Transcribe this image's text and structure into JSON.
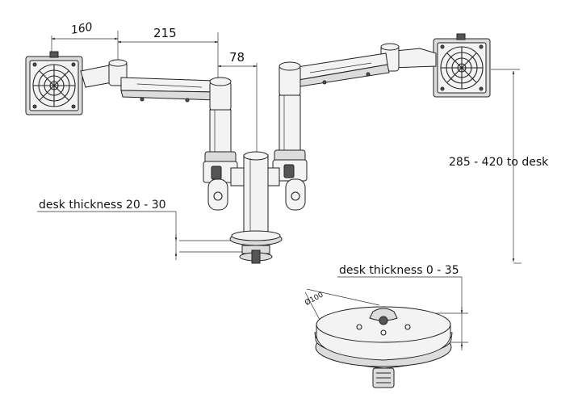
{
  "dimensions": {
    "pad_width": "160",
    "arm_reach": "215",
    "pole_offset": "78",
    "height_range": "285 - 420 to desk",
    "desk_clamp": "desk thickness 20 - 30",
    "desk_grommet": "desk thickness 0 - 35",
    "grommet_diameter": "Ø100"
  }
}
